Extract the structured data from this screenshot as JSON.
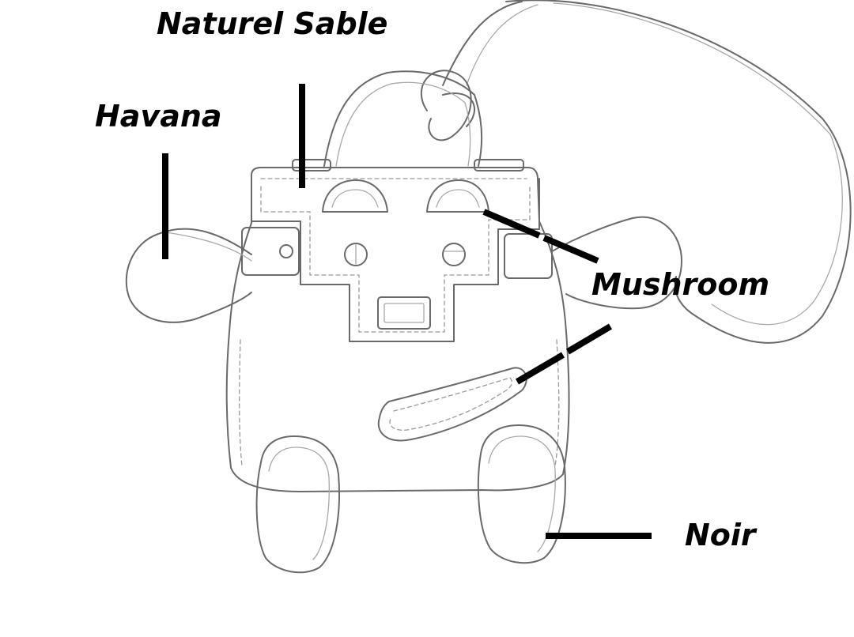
{
  "labels": {
    "naturel_sable": "Naturel Sable",
    "havana": "Havana",
    "mushroom": "Mushroom",
    "noir": "Noir"
  }
}
